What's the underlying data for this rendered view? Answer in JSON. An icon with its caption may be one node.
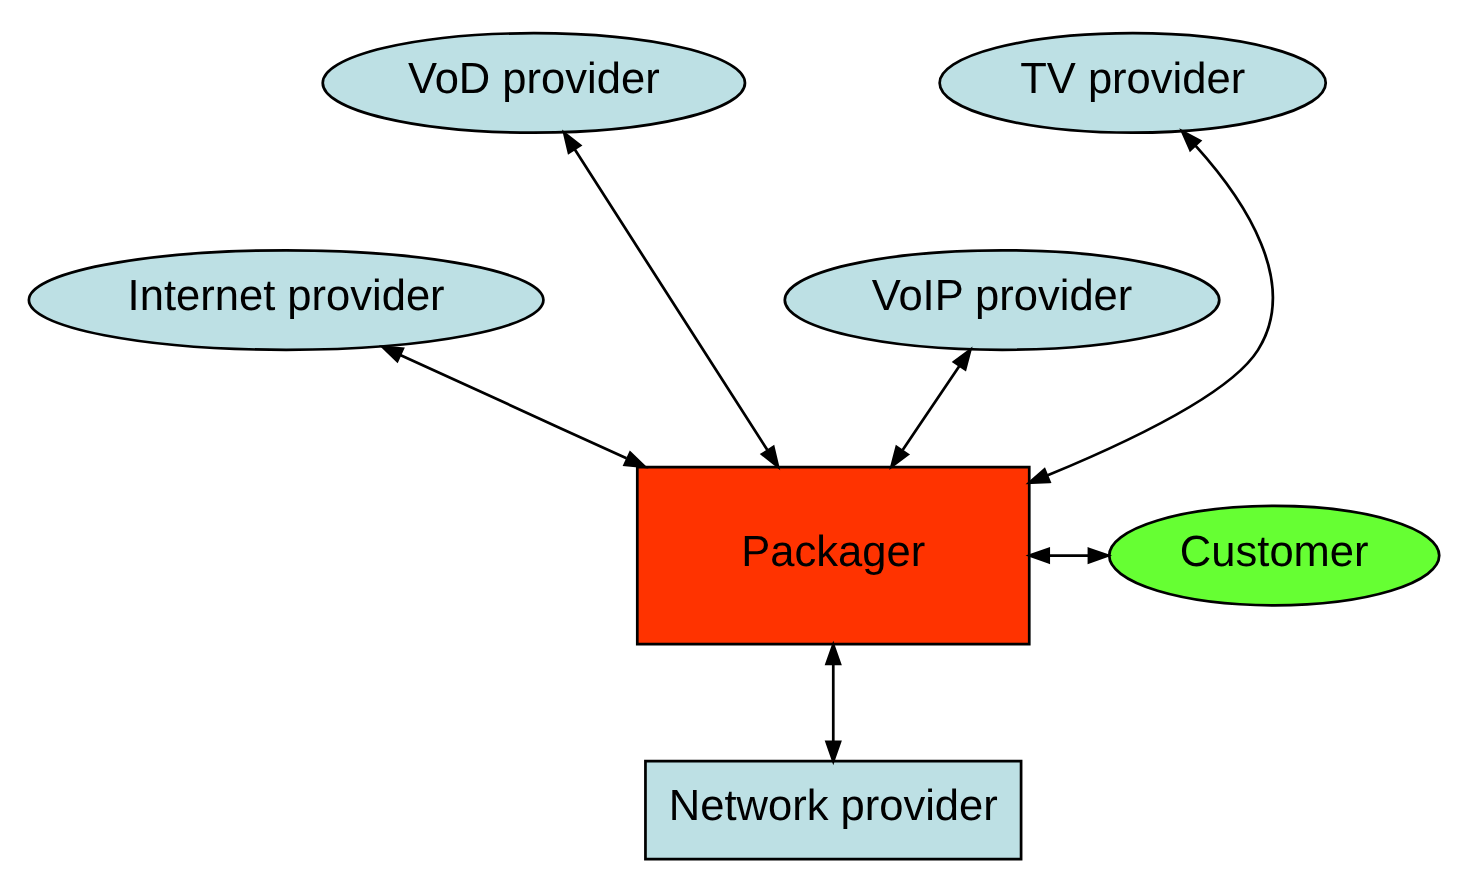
{
  "diagram": {
    "nodes": [
      {
        "text": [
          "VoD provider"
        ]
      },
      {
        "text": [
          "TV provider"
        ]
      },
      {
        "text": [
          "Internet provider"
        ]
      },
      {
        "text": [
          "VoIP provider"
        ]
      },
      {
        "text": [
          "Customer"
        ]
      },
      {
        "text": [
          "Packager"
        ]
      },
      {
        "text": [
          "Network provider"
        ]
      }
    ],
    "edges": [
      {
        "from": 2,
        "to": 5,
        "arrow": "both"
      },
      {
        "from": 0,
        "to": 5,
        "arrow": "both"
      },
      {
        "from": 1,
        "to": 5,
        "arrow": "both"
      },
      {
        "from": 3,
        "to": 5,
        "arrow": "both"
      },
      {
        "from": 4,
        "to": 5,
        "arrow": "both"
      },
      {
        "from": 5,
        "to": 6,
        "arrow": "both"
      }
    ]
  }
}
